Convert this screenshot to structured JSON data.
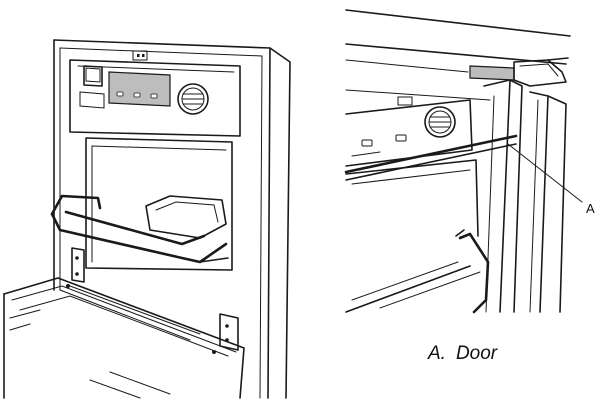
{
  "callout": {
    "letter": "A"
  },
  "legend": {
    "letter": "A.",
    "text": "Door"
  }
}
